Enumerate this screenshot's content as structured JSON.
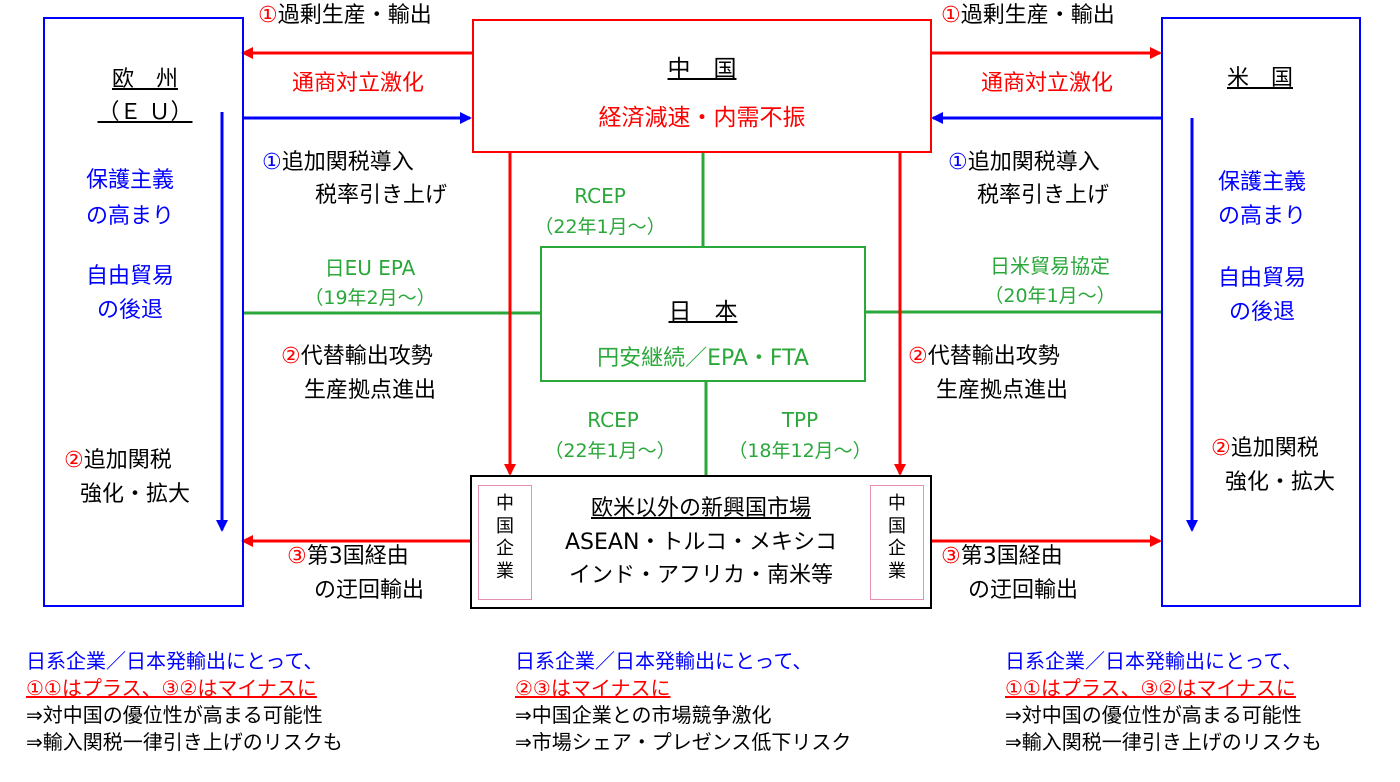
{
  "colors": {
    "red": "#ff0000",
    "blue": "#0000ff",
    "green": "#2aa83a",
    "black": "#000000",
    "pink_border": "#e98fb6"
  },
  "china": {
    "title": "中　国",
    "subtitle": "経済減速・内需不振"
  },
  "europe": {
    "title": "欧　州",
    "subtitle": "（Ｅ Ｕ）",
    "text1_line1": "保護主義",
    "text1_line2": "の高まり",
    "text2_line1": "自由貿易",
    "text2_line2": "の後退",
    "text3_line1": "②追加関税",
    "text3_line2": "強化・拡大"
  },
  "usa": {
    "title": "米　国",
    "text1_line1": "保護主義",
    "text1_line2": "の高まり",
    "text2_line1": "自由貿易",
    "text2_line2": "の後退",
    "text3_line1": "②追加関税",
    "text3_line2": "強化・拡大"
  },
  "japan": {
    "title": "日　本",
    "subtitle": "円安継続／EPA・FTA"
  },
  "emerging": {
    "title": "欧米以外の新興国市場",
    "line2": "ASEAN・トルコ・メキシコ",
    "line3": "インド・アフリカ・南米等",
    "company_left": [
      "中",
      "国",
      "企",
      "業"
    ],
    "company_right": [
      "中",
      "国",
      "企",
      "業"
    ]
  },
  "labels": {
    "overprod_left": "①過剰生産・輸出",
    "overprod_right": "①過剰生産・輸出",
    "trade_conflict_left": "通商対立激化",
    "trade_conflict_right": "通商対立激化",
    "tariff_left_1": "①追加関税導入",
    "tariff_left_2": "税率引き上げ",
    "tariff_right_1": "①追加関税導入",
    "tariff_right_2": "税率引き上げ",
    "rcep_top": "RCEP",
    "rcep_top_date": "（22年1月～）",
    "jeu_epa": "日EU EPA",
    "jeu_epa_date": "（19年2月～）",
    "jus_trade": "日米貿易協定",
    "jus_trade_date": "（20年1月～）",
    "alt_export_left_1": "②代替輸出攻勢",
    "alt_export_left_2": "生産拠点進出",
    "alt_export_right_1": "②代替輸出攻勢",
    "alt_export_right_2": "生産拠点進出",
    "rcep_bottom": "RCEP",
    "rcep_bottom_date": "（22年1月～）",
    "tpp": "TPP",
    "tpp_date": "（18年12月～）",
    "detour_left_1": "③第3国経由",
    "detour_left_2": "の迂回輸出",
    "detour_right_1": "③第3国経由",
    "detour_right_2": "の迂回輸出"
  },
  "notes": {
    "left": {
      "line1": "日系企業／日本発輸出にとって、",
      "line2": "①①はプラス、③②はマイナスに",
      "line3": "⇒対中国の優位性が高まる可能性",
      "line4": "⇒輸入関税一律引き上げのリスクも"
    },
    "center": {
      "line1": "日系企業／日本発輸出にとって、",
      "line2": "②③はマイナスに",
      "line3": "⇒中国企業との市場競争激化",
      "line4": "⇒市場シェア・プレゼンス低下リスク"
    },
    "right": {
      "line1": "日系企業／日本発輸出にとって、",
      "line2": "①①はプラス、③②はマイナスに",
      "line3": "⇒対中国の優位性が高まる可能性",
      "line4": "⇒輸入関税一律引き上げのリスクも"
    }
  }
}
